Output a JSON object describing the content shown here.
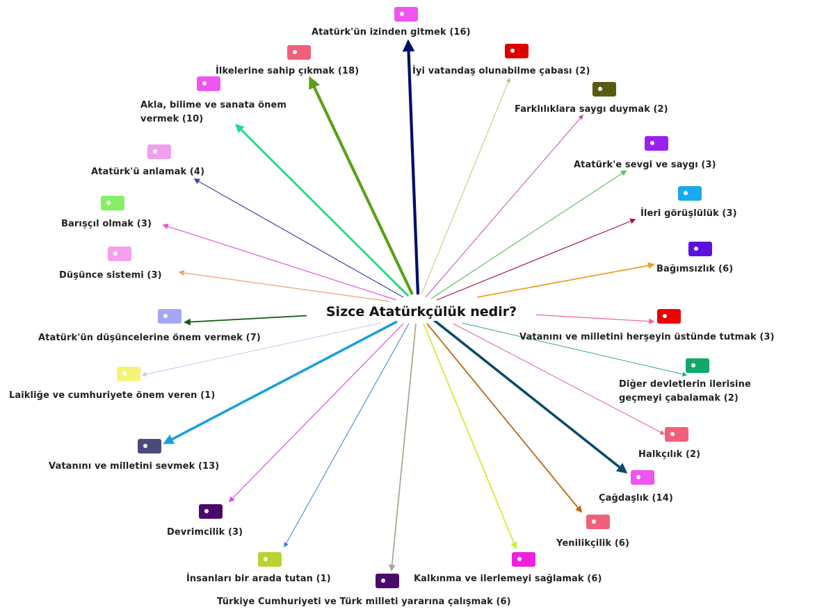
{
  "center": {
    "label": "Sizce Atatürkçülük nedir?"
  },
  "nodes": [
    {
      "id": "n1",
      "label": "Atatürk'ün izinden gitmek (16)",
      "count": 16,
      "color": "#ee55ee",
      "edge_color": "#000d6b"
    },
    {
      "id": "n2",
      "label": "İlkelerine sahip çıkmak (18)",
      "count": 18,
      "color": "#f0607a",
      "edge_color": "#5aa01a"
    },
    {
      "id": "n3",
      "label": "İyi vatandaş olunabilme çabası (2)",
      "count": 2,
      "color": "#dd0000",
      "edge_color": "#b8c87a"
    },
    {
      "id": "n4",
      "label": "Akla, bilime ve sanata önem vermek (10)",
      "count": 10,
      "color": "#ee55ee",
      "edge_color": "#22dd88"
    },
    {
      "id": "n5",
      "label": "Farklılıklara saygı duymak (2)",
      "count": 2,
      "color": "#5b5a11",
      "edge_color": "#c050b0"
    },
    {
      "id": "n6",
      "label": "Atatürk'ü anlamak (4)",
      "count": 4,
      "color": "#f0a0ee",
      "edge_color": "#3a40c0"
    },
    {
      "id": "n7",
      "label": "Atatürk'e sevgi ve saygı (3)",
      "count": 3,
      "color": "#9b1ff0",
      "edge_color": "#66bb66"
    },
    {
      "id": "n8",
      "label": "Barışçıl olmak (3)",
      "count": 3,
      "color": "#88ee66",
      "edge_color": "#dd55dd"
    },
    {
      "id": "n9",
      "label": "İleri görüşlülük (3)",
      "count": 3,
      "color": "#1aa8f0",
      "edge_color": "#aa1844"
    },
    {
      "id": "n10",
      "label": "Düşünce sistemi (3)",
      "count": 3,
      "color": "#f4a0ee",
      "edge_color": "#f0a070"
    },
    {
      "id": "n11",
      "label": "Bağımsızlık (6)",
      "count": 6,
      "color": "#5b11dd",
      "edge_color": "#f0a020"
    },
    {
      "id": "n12",
      "label": "Atatürk'ün düşüncelerine önem vermek (7)",
      "count": 7,
      "color": "#a6a6f4",
      "edge_color": "#0e5a10"
    },
    {
      "id": "n13",
      "label": "Vatanını ve milletini herşeyin üstünde tutmak (3)",
      "count": 3,
      "color": "#ee0000",
      "edge_color": "#ee6699"
    },
    {
      "id": "n14",
      "label": "Laikliğe ve cumhuriyete önem veren (1)",
      "count": 1,
      "color": "#f4f477",
      "edge_color": "#c8c8f0"
    },
    {
      "id": "n15",
      "label": "Diğer devletlerin ilerisine geçmeyi çabalamak (2)",
      "count": 2,
      "color": "#11a86a",
      "edge_color": "#33aa88"
    },
    {
      "id": "n16",
      "label": "Vatanını ve milletini sevmek (13)",
      "count": 13,
      "color": "#4b4b7b",
      "edge_color": "#1aa0dd"
    },
    {
      "id": "n17",
      "label": "Halkçılık (2)",
      "count": 2,
      "color": "#f0607a",
      "edge_color": "#dd6688"
    },
    {
      "id": "n18",
      "label": "Çağdaşlık (14)",
      "count": 14,
      "color": "#ee55ee",
      "edge_color": "#0b4a6b"
    },
    {
      "id": "n19",
      "label": "Devrimcilik (3)",
      "count": 3,
      "color": "#4a0a6b",
      "edge_color": "#cc55dd"
    },
    {
      "id": "n20",
      "label": "Yenilikçilik (6)",
      "count": 6,
      "color": "#f0607a",
      "edge_color": "#bb6611"
    },
    {
      "id": "n21",
      "label": "İnsanları bir arada tutan (1)",
      "count": 1,
      "color": "#b8d433",
      "edge_color": "#3a7adf"
    },
    {
      "id": "n22",
      "label": "Kalkınma ve ilerlemeyi sağlamak (6)",
      "count": 6,
      "color": "#ee22dd",
      "edge_color": "#ccee33"
    },
    {
      "id": "n23",
      "label": "Türkiye Cumhuriyeti ve Türk milleti yararına çalışmak (6)",
      "count": 6,
      "color": "#4a0a6b",
      "edge_color": "#a8a890"
    }
  ]
}
